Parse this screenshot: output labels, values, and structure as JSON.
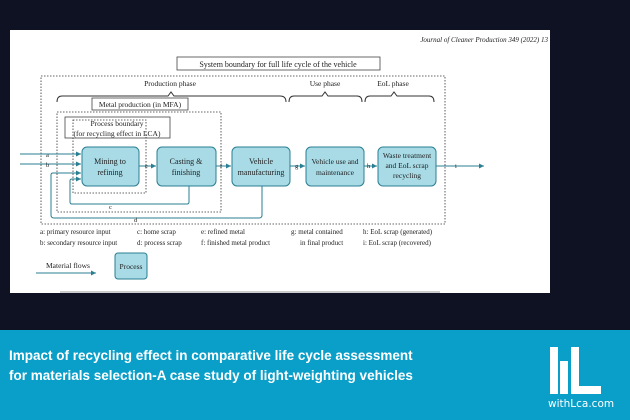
{
  "paper": {
    "journal_header": "Journal of Cleaner Production 349 (2022) 13",
    "diagram": {
      "system_boundary": "System boundary for full life cycle of the vehicle",
      "phases": {
        "production": "Production phase",
        "use": "Use phase",
        "eol": "EoL phase"
      },
      "metal_production": "Metal production (in MFA)",
      "process_boundary_line1": "Process boundary",
      "process_boundary_line2": "(for recycling effect in LCA)",
      "processes": [
        {
          "line1": "Mining to",
          "line2": "refining"
        },
        {
          "line1": "Casting &",
          "line2": "finishing"
        },
        {
          "line1": "Vehicle",
          "line2": "manufacturing"
        },
        {
          "line1": "Vehicle use and",
          "line2": "maintenance"
        },
        {
          "line1": "Waste treatment",
          "line2": "and EoL scrap",
          "line3": "recycling"
        }
      ],
      "flow_labels": {
        "a": "a",
        "b": "b",
        "c": "c",
        "d": "d",
        "e": "e",
        "f": "f",
        "g": "g",
        "h": "h",
        "i": "i"
      },
      "legend_definitions": [
        "a: primary resource input",
        "c: home scrap",
        "e: refined metal",
        "g: metal contained",
        "h: EoL scrap (generated)",
        "b: secondary resource input",
        "d: process scrap",
        "f: finished metal product",
        "in final product",
        "i: EoL scrap (recovered)"
      ],
      "legend_flow": "Material flows",
      "legend_process": "Process",
      "colors": {
        "process_fill": "#a8dbe6",
        "flow": "#2a7f93"
      }
    }
  },
  "banner": {
    "title": "Impact of recycling effect in comparative life cycle assessment for materials selection-A case study of light-weighting vehicles",
    "logo_text": "withLca.com",
    "background": "#0a9fc9"
  }
}
